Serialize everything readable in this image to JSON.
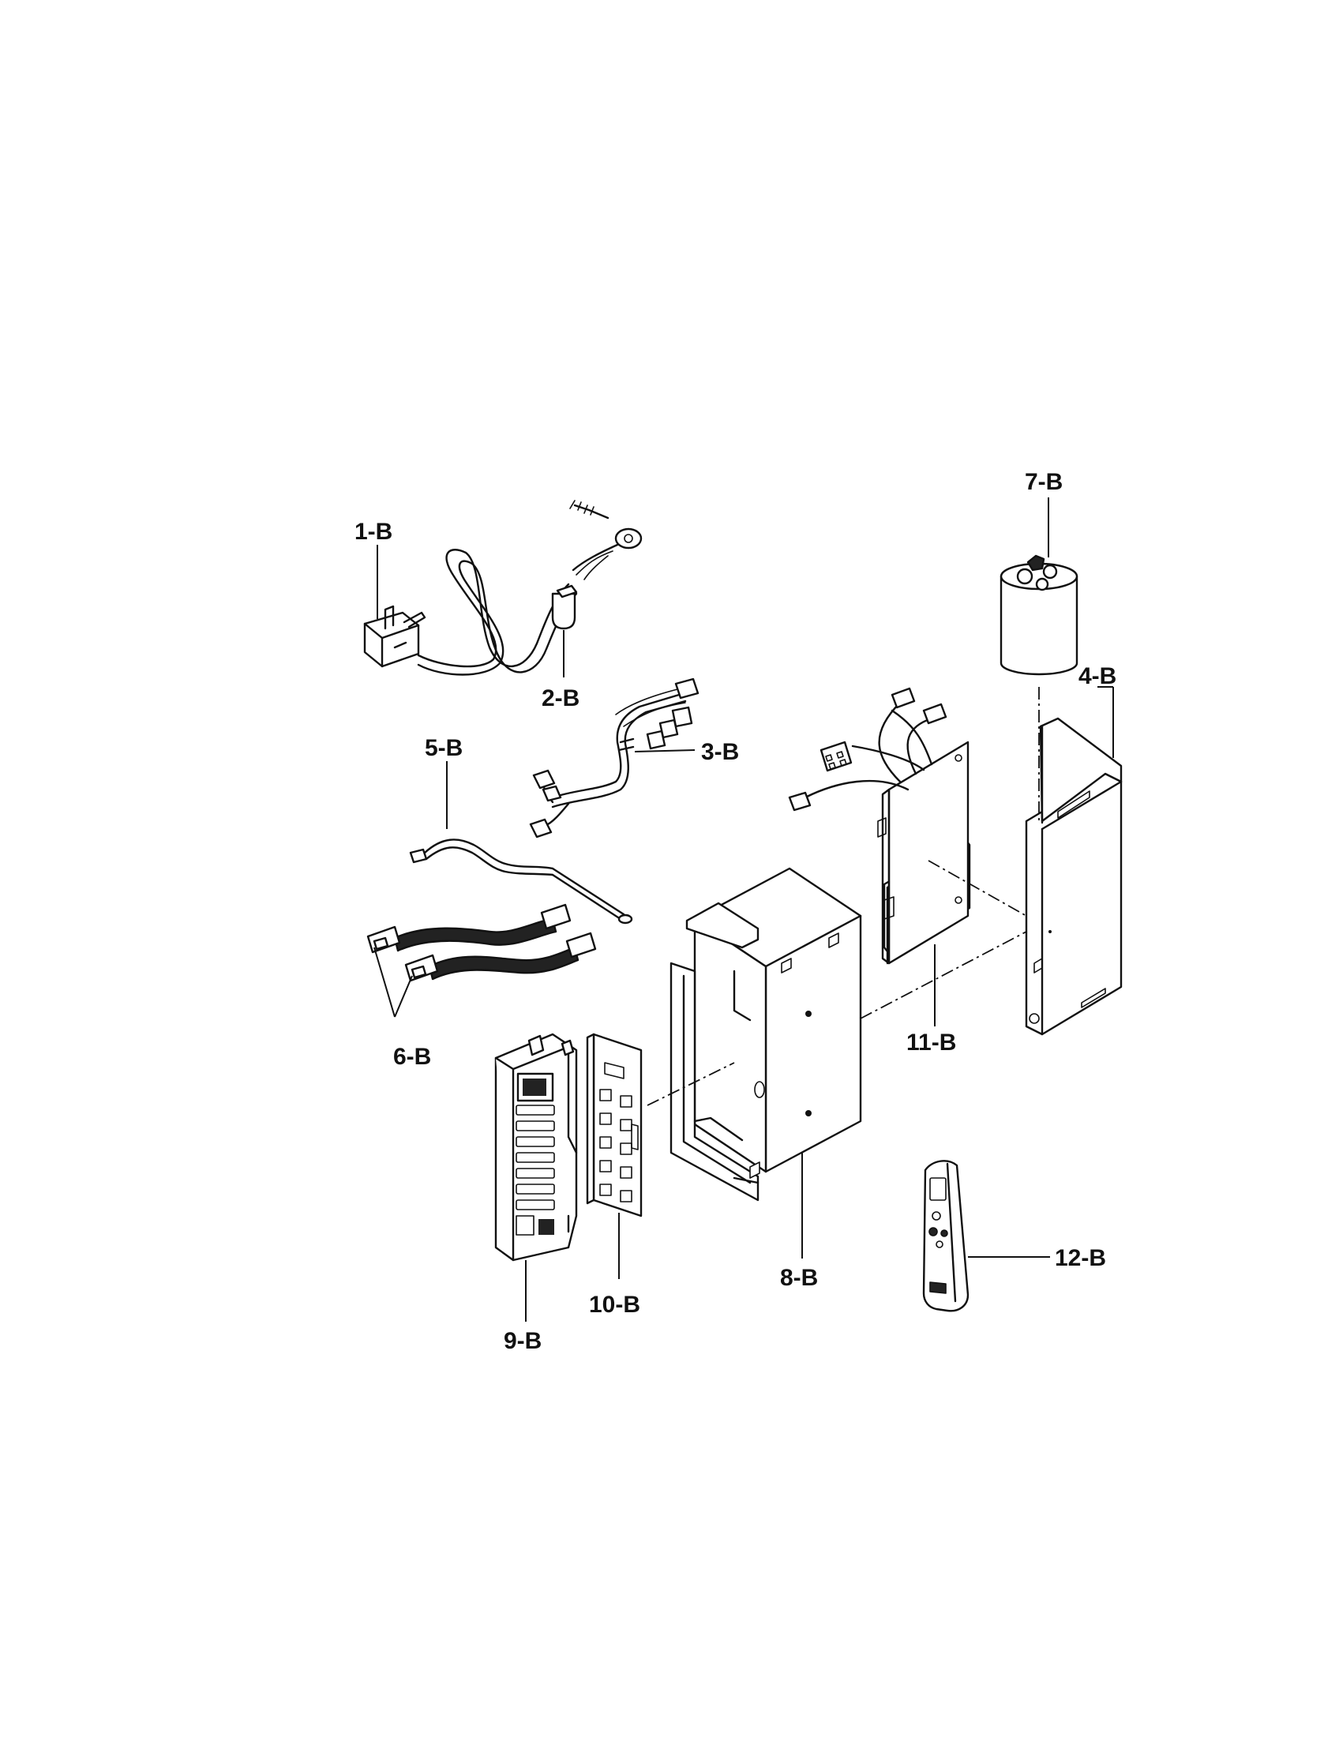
{
  "diagram": {
    "parts": [
      {
        "id": "1",
        "label": "1-B",
        "icon": "power-cord-with-plug"
      },
      {
        "id": "2",
        "label": "2-B",
        "icon": "cord-clamp"
      },
      {
        "id": "3",
        "label": "3-B",
        "icon": "wire-harness"
      },
      {
        "id": "4",
        "label": "4-B",
        "icon": "control-box-cover"
      },
      {
        "id": "5",
        "label": "5-B",
        "icon": "thermistor-sensor"
      },
      {
        "id": "6",
        "label": "6-B",
        "icon": "ribbon-connector-cables"
      },
      {
        "id": "7",
        "label": "7-B",
        "icon": "capacitor"
      },
      {
        "id": "8",
        "label": "8-B",
        "icon": "control-box"
      },
      {
        "id": "9",
        "label": "9-B",
        "icon": "control-panel-bezel"
      },
      {
        "id": "10",
        "label": "10-B",
        "icon": "display-pcb"
      },
      {
        "id": "11",
        "label": "11-B",
        "icon": "main-pcb"
      },
      {
        "id": "12",
        "label": "12-B",
        "icon": "remote-control"
      }
    ]
  }
}
